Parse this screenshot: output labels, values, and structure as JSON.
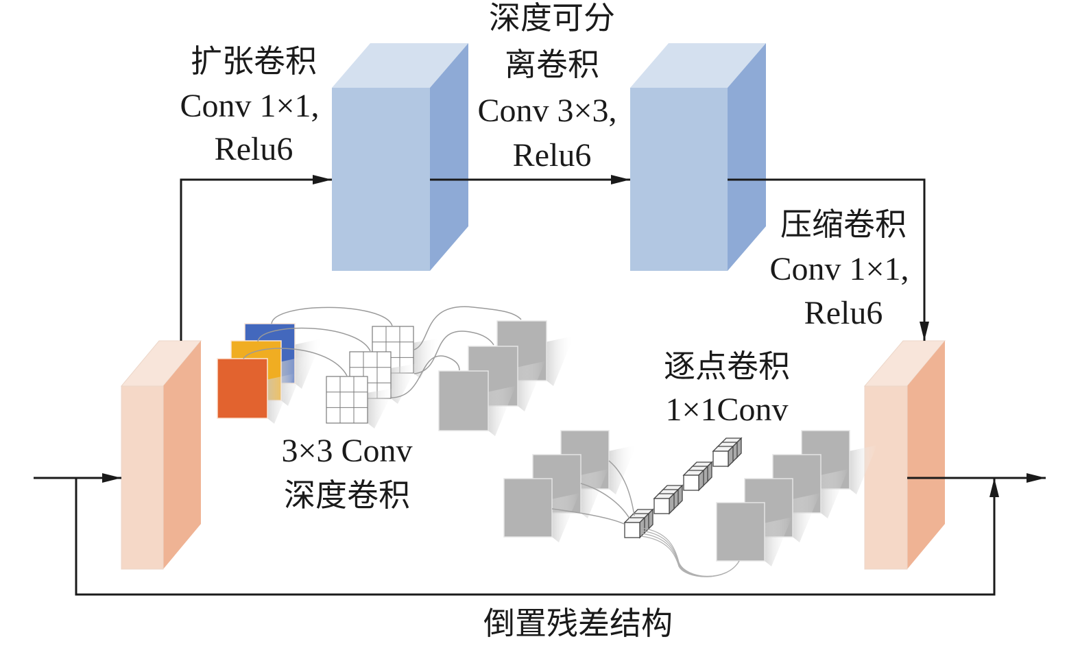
{
  "diagram": {
    "title": "倒置残差结构",
    "labels": {
      "expand": {
        "zh": "扩张卷积",
        "op": "Conv 1×1,",
        "act": "Relu6"
      },
      "depthwise_separable": {
        "zh_line1": "深度可分",
        "zh_line2": "离卷积",
        "op": "Conv 3×3,",
        "act": "Relu6"
      },
      "project": {
        "zh": "压缩卷积",
        "op": "Conv 1×1,",
        "act": "Relu6"
      },
      "depthwise": {
        "op": "3×3 Conv",
        "zh": "深度卷积"
      },
      "pointwise": {
        "zh": "逐点卷积",
        "op": "1×1Conv"
      }
    },
    "blocks": [
      {
        "id": "input-block",
        "role": "input feature map"
      },
      {
        "id": "expand-block",
        "role": "expanded feature map"
      },
      {
        "id": "depthwise-block",
        "role": "depthwise output"
      },
      {
        "id": "output-block",
        "role": "output feature map"
      }
    ],
    "input_channels": [
      "#e2632f",
      "#f0ad22",
      "#4368bd"
    ],
    "colors": {
      "blue_front": "#b2c7e2",
      "blue_top": "#d4e0ef",
      "blue_side": "#8eaad6",
      "orange_front": "#f5d8c7",
      "orange_top": "#f8e5da",
      "orange_side": "#efb394",
      "gray_map": "#b3b3b3",
      "arrow": "#1a1a1a"
    }
  }
}
